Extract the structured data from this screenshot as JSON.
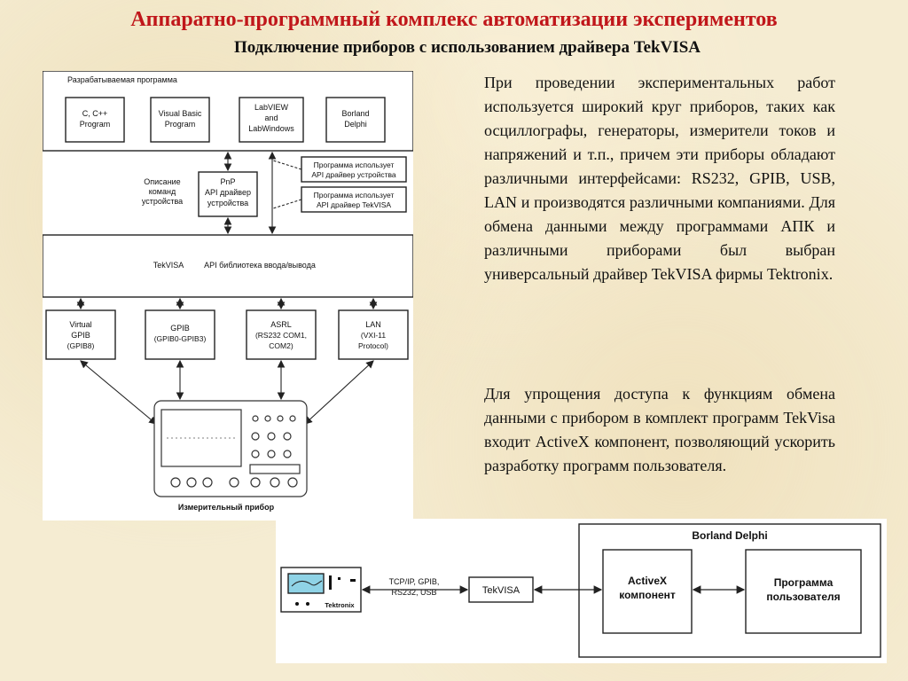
{
  "slide": {
    "title": "Аппаратно-программный комплекс автоматизации экспериментов",
    "subtitle": "Подключение приборов с использованием драйвера TekVISA"
  },
  "diagram": {
    "program_header": "Разрабатываемая программа",
    "boxes": {
      "c": [
        "C, C++",
        "Program"
      ],
      "vb": [
        "Visual Basic",
        "Program"
      ],
      "labview": [
        "LabVIEW",
        "and",
        "LabWindows"
      ],
      "borland": [
        "Borland",
        "Delphi"
      ]
    },
    "descr": [
      "Описание",
      "команд",
      "устройства"
    ],
    "pnp": [
      "PnP",
      "API драйвер",
      "устройства"
    ],
    "note1": [
      "Программа использует",
      "API драйвер устройства"
    ],
    "note2": [
      "Программа использует",
      "API драйвер TekVISA"
    ],
    "tekvisa_label": "TekVISA",
    "tekvisa_desc": "API библиотека ввода/вывода",
    "interfaces": {
      "virtual": [
        "Virtual",
        "GPIB",
        "(GPIB8)"
      ],
      "gpib": [
        "GPIB",
        "(GPIB0-GPIB3)"
      ],
      "asrl": [
        "ASRL",
        "(RS232 COM1,",
        "COM2)"
      ],
      "lan": [
        "LAN",
        "(VXI-11",
        "Protocol)"
      ]
    },
    "instrument_caption": "Измерительный прибор"
  },
  "text": {
    "paragraph1": "При проведении экспериментальных работ используется широкий круг приборов, таких как осциллографы, генераторы, измерители токов и напряжений и т.п., причем эти приборы обладают различными интерфейсами: RS232, GPIB, USB, LAN и производятся различными компаниями. Для обмена данными между программами АПК и различными приборами был выбран универсальный драйвер TekVISA фирмы Tektronix.",
    "paragraph2": "Для упрощения доступа к функциям обмена данными с прибором в комплект программ TekVisa входит ActiveX компонент, позволяющий ускорить разработку программ пользователя."
  },
  "delphi_diagram": {
    "instrument_brand": "Tektronix",
    "link": [
      "TCP/IP, GPIB,",
      "RS232, USB"
    ],
    "tekvisa": "TekVISA",
    "container": "Borland Delphi",
    "activex": [
      "ActiveX",
      "компонент"
    ],
    "program": [
      "Программа",
      "пользователя"
    ]
  }
}
